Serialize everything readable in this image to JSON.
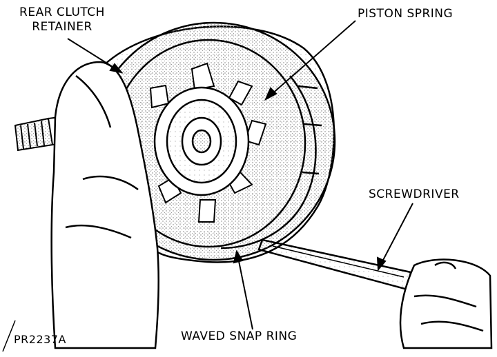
{
  "labels": {
    "rear_clutch_retainer_line1": "REAR CLUTCH",
    "rear_clutch_retainer_line2": "RETAINER",
    "piston_spring": "PISTON SPRING",
    "screwdriver": "SCREWDRIVER",
    "waved_snap_ring": "WAVED SNAP RING",
    "figure_code": "PR2237A"
  },
  "colors": {
    "ink": "#000000",
    "stipple": "#9a9a9a",
    "paper": "#ffffff"
  }
}
